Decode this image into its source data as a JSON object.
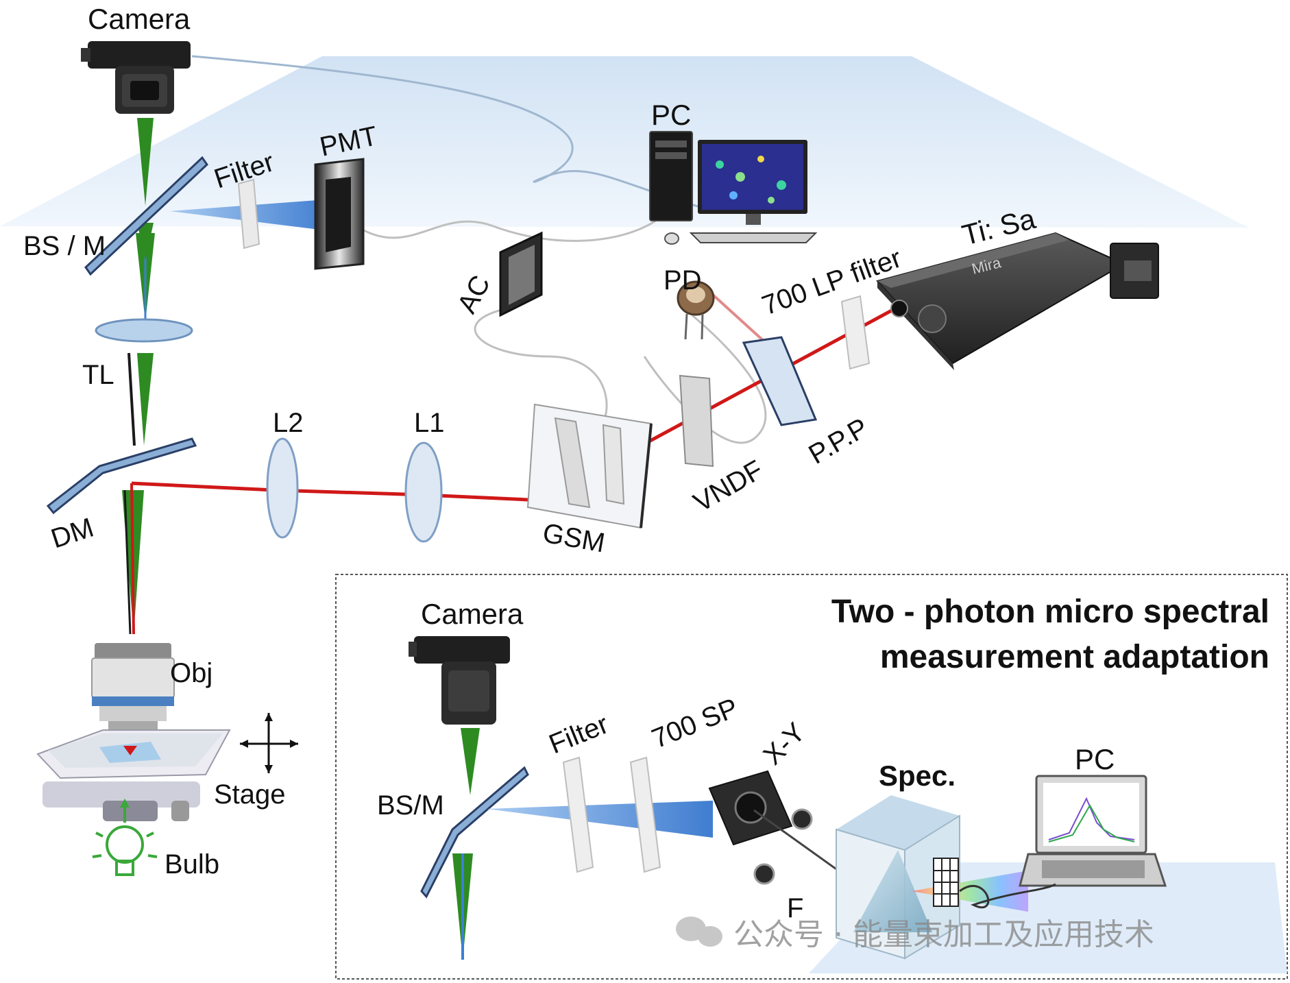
{
  "labels": {
    "camera_top": "Camera",
    "pc_top": "PC",
    "filter_top": "Filter",
    "pmt": "PMT",
    "bs_m": "BS / M",
    "ac": "AC",
    "pd": "PD",
    "lp_filter": "700 LP filter",
    "ti_sa": "Ti: Sa",
    "tl": "TL",
    "l2": "L2",
    "l1": "L1",
    "vndf": "VNDF",
    "ppp": "P.P.P",
    "dm": "DM",
    "gsm": "GSM",
    "obj": "Obj",
    "stage": "Stage",
    "bulb": "Bulb",
    "laser_brand": "Mira"
  },
  "inset": {
    "title_line1": "Two - photon micro spectral",
    "title_line2": "measurement adaptation",
    "camera": "Camera",
    "filter": "Filter",
    "sp700": "700 SP",
    "xy": "X-Y",
    "spec": "Spec.",
    "pc": "PC",
    "bsm": "BS/M",
    "f": "F"
  },
  "watermark": "公众号 · 能量束加工及应用技术",
  "colors": {
    "laser": "#d01818",
    "fluorescence": "#3b7fd9",
    "green": "#2e8b22",
    "platform": "#dbe9f7"
  },
  "icons": [
    "camera-icon",
    "pc-icon",
    "pmt-icon",
    "bulb-icon",
    "prism-icon",
    "laptop-icon",
    "stage-arrows-icon"
  ]
}
